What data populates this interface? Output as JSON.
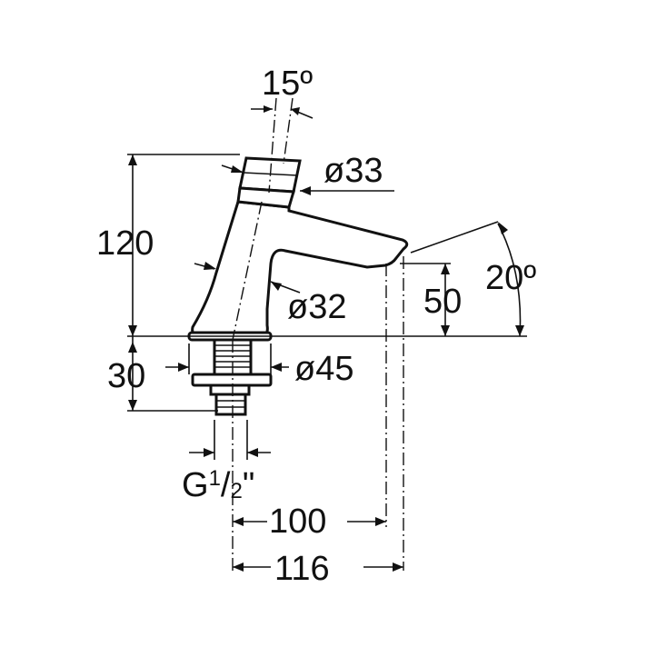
{
  "dimensions": {
    "angle_top": "15º",
    "cap_diameter": "ø33",
    "height_total": "120",
    "angle_spout": "20º",
    "spout_height": "50",
    "body_diameter": "ø32",
    "base_height": "30",
    "base_diameter": "ø45",
    "thread_prefix": "G",
    "thread_num": "1",
    "thread_sep": "/",
    "thread_den": "2",
    "thread_suffix": "\"",
    "reach_inner": "100",
    "reach_outer": "116"
  },
  "colors": {
    "ink": "#111111",
    "background": "#ffffff"
  }
}
